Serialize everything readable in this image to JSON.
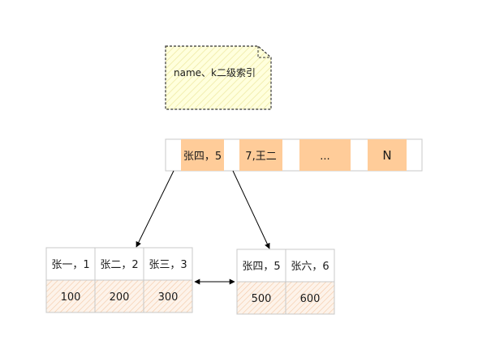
{
  "note": {
    "text": "name、k二级索引"
  },
  "root_node": {
    "keys": [
      "张四，5",
      "7,王二",
      "...",
      "N"
    ]
  },
  "leaf_left": {
    "keys": [
      "张一，1",
      "张二，2",
      "张三，3"
    ],
    "values": [
      "100",
      "200",
      "300"
    ]
  },
  "leaf_right": {
    "keys": [
      "张四，5",
      "张六，6"
    ],
    "values": [
      "500",
      "600"
    ]
  },
  "colors": {
    "key_fill": "#ffcc99",
    "note_fill": "#ffffcc",
    "hatch": "#f4b183",
    "border": "#c8c8c8",
    "arrow": "#000000"
  }
}
